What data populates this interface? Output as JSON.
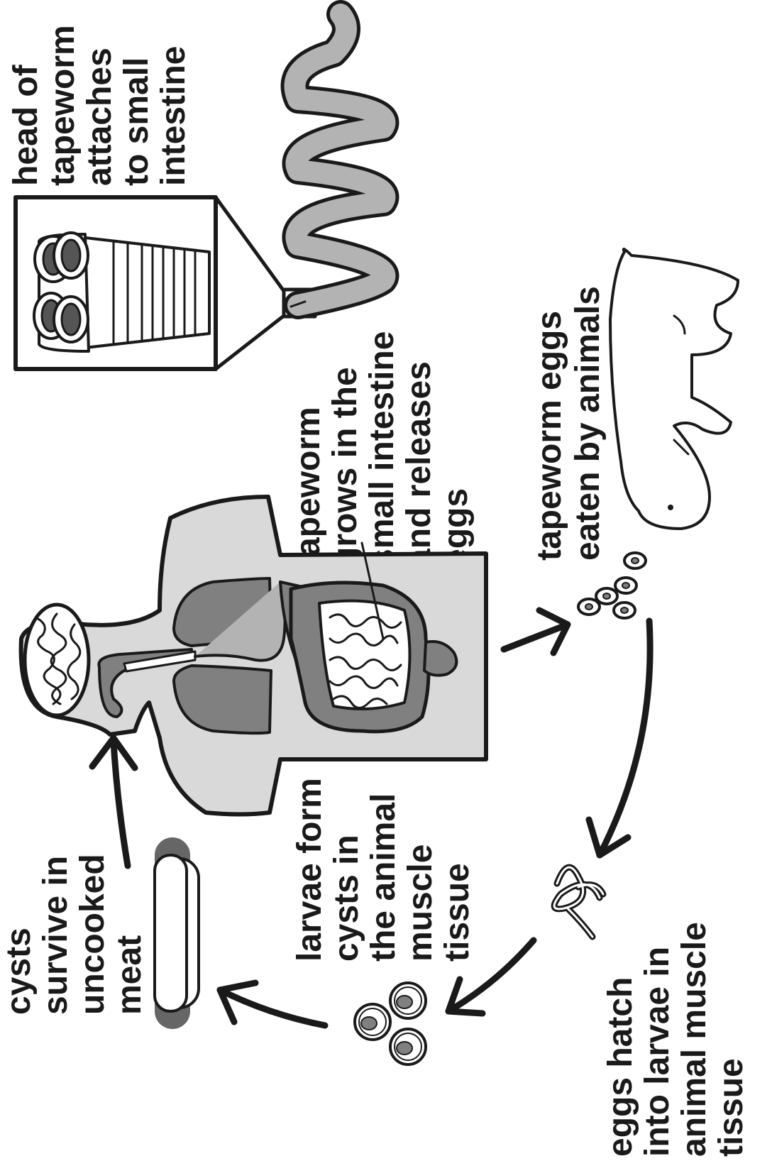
{
  "diagram": {
    "labels": {
      "head_attaches": [
        "head of",
        "tapeworm",
        "attaches",
        "to small",
        "intestine"
      ],
      "grows_in_intestine": [
        "tapeworm",
        "grows in the",
        "small intestine",
        "and releases",
        "eggs"
      ],
      "eggs_eaten": [
        "tapeworm eggs",
        "eaten by animals"
      ],
      "eggs_hatch": [
        "eggs hatch",
        "into larvae in",
        "animal muscle",
        "tissue"
      ],
      "larvae_cysts": [
        "larvae form",
        "cysts in",
        "the animal",
        "muscle",
        "tissue"
      ],
      "cysts_survive": [
        "cysts",
        "survive in",
        "uncooked",
        "meat"
      ]
    },
    "colors": {
      "outline": "#1a1a1a",
      "body_fill": "#d9d9d9",
      "organ_fill": "#808080",
      "worm_fill": "#b3b3b3",
      "dark_fill": "#555555"
    },
    "icons": [
      "human-body-icon",
      "brain-icon",
      "lungs-icon",
      "intestines-icon",
      "tapeworm-icon",
      "tapeworm-head-icon",
      "pig-icon",
      "egg-cluster-icon",
      "larvae-icon",
      "cyst-icon",
      "meat-icon",
      "cycle-arrow-icon"
    ]
  }
}
